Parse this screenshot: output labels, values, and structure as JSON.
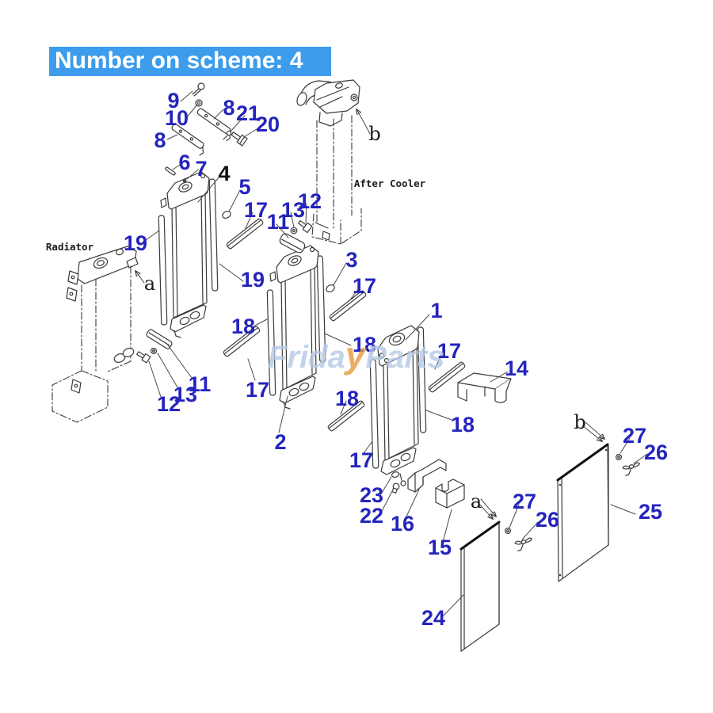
{
  "header": {
    "title": "Number on scheme: 4"
  },
  "watermark": {
    "left": "Frida",
    "accent": "y",
    "right": "Parts"
  },
  "sections": {
    "after_cooler": "After Cooler",
    "radiator": "Radiator"
  },
  "highlighted_callout": "4",
  "ref_letters": [
    "b",
    "a",
    "a",
    "b"
  ],
  "callouts": [
    "9",
    "10",
    "8",
    "8",
    "21",
    "20",
    "6",
    "7",
    "5",
    "17",
    "11",
    "13",
    "12",
    "19",
    "19",
    "3",
    "17",
    "18",
    "18",
    "1",
    "17",
    "14",
    "17",
    "11",
    "13",
    "12",
    "2",
    "18",
    "18",
    "17",
    "23",
    "22",
    "16",
    "15",
    "27",
    "26",
    "24",
    "27",
    "26",
    "25"
  ],
  "colors": {
    "header_bg": "#3d9ceb",
    "header_text": "#ffffff",
    "callout_blue": "#2424bd",
    "line_dark": "#3a3a3a",
    "watermark_blue": "#b3c9e6",
    "watermark_orange": "#e59b40"
  }
}
